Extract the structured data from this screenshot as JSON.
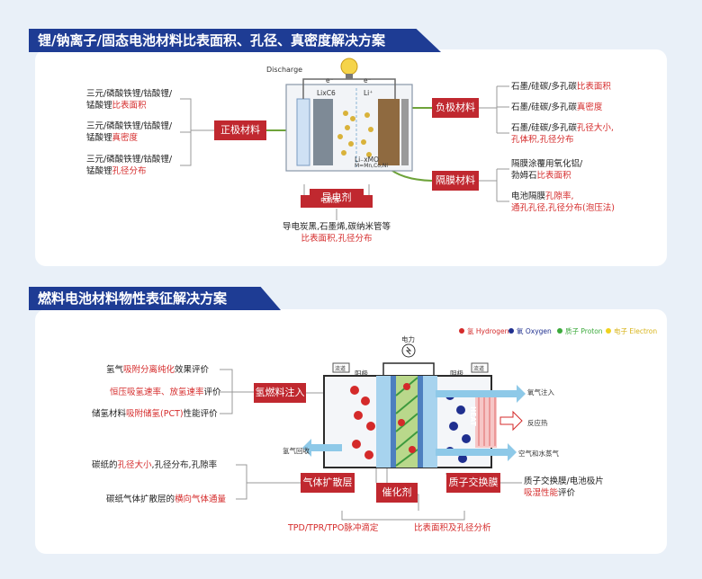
{
  "section1": {
    "title": "锂/钠离子/固态电池材料比表面积、孔径、真密度解决方案",
    "cathode_box": "正极材料",
    "anode_box": "负极材料",
    "separator_box": "隔膜材料",
    "conductive_box": "导电剂",
    "left_items": [
      {
        "line1": "三元/磷酸铁锂/钴酸锂/",
        "line2a": "锰酸锂",
        "line2b": "比表面积"
      },
      {
        "line1": "三元/磷酸铁锂/钴酸锂/",
        "line2a": "锰酸锂",
        "line2b": "真密度"
      },
      {
        "line1": "三元/磷酸铁锂/钴酸锂/",
        "line2a": "锰酸锂",
        "line2b": "孔径分布"
      }
    ],
    "anode_items": [
      {
        "a": "石墨/硅碳/多孔碳",
        "b": "比表面积"
      },
      {
        "a": "石墨/硅碳/多孔碳",
        "b": "真密度"
      },
      {
        "a": "石墨/硅碳/多孔碳",
        "b": "孔径大小,",
        "c": "孔体积,孔径分布"
      }
    ],
    "separator_items": [
      {
        "line1": "隔膜涂覆用氧化铝/",
        "line2a": "勃姆石",
        "line2b": "比表面积"
      },
      {
        "line1a": "电池隔膜",
        "line1b": "孔隙率,",
        "line2": "通孔孔径,孔径分布(泡压法)"
      }
    ],
    "conductive_text": {
      "line1": "导电炭黑,石墨烯,碳纳米管等",
      "line2": "比表面积,孔径分布"
    },
    "battery": {
      "discharge": "Discharge",
      "electron_left": "e⁻",
      "electron_right": "e⁻",
      "anode_label": "LixC6",
      "li_label": "Li⁺",
      "cathode_label": "Li₋xMO",
      "cathode_sub": "M=Mn,Co,Ni",
      "electrolyte": "电解液"
    }
  },
  "section2": {
    "title": "燃料电池材料物性表征解决方案",
    "hydrogen_box": "氢燃料注入",
    "gdl_box": "气体扩散层",
    "catalyst_box": "催化剂",
    "pem_box": "质子交换膜",
    "legend": [
      {
        "label": "氢 Hydrogen",
        "color": "#d42a2a"
      },
      {
        "label": "氧 Oxygen",
        "color": "#1f2f8f"
      },
      {
        "label": "质子 Proton",
        "color": "#3caa3c"
      },
      {
        "label": "电子 Electron",
        "color": "#f0d21e"
      }
    ],
    "left_items": [
      {
        "a": "氢气",
        "b": "吸附分离纯化",
        "c": "效果评价"
      },
      {
        "b": "恒压吸氢速率、放氢速率",
        "c": "评价"
      },
      {
        "a": "储氢材料",
        "b": "吸附储氢(PCT)",
        "c": "性能评价"
      }
    ],
    "gdl_items": [
      {
        "a": "碳纸的",
        "b": "孔径大小",
        "c": ",孔径分布,孔隙率"
      },
      {
        "a": "碳纸气体扩散层的",
        "b": "横向气体通量"
      }
    ],
    "pem_text": {
      "line1": "质子交换膜/电池极片",
      "line2a": "吸湿性能",
      "line2b": "评价"
    },
    "catalyst_items": [
      "TPD/TPR/TPO脉冲滴定",
      "比表面积及孔径分析"
    ],
    "cell": {
      "power": "电力",
      "flow_left": "流道",
      "flow_right": "流道",
      "anode": "阳极",
      "cathode": "阴极",
      "h2_recycle": "氢气回收",
      "o2_in": "氧气注入",
      "reaction_heat": "反应热",
      "air_water": "空气和水蒸气",
      "heat": "HEAT"
    }
  }
}
